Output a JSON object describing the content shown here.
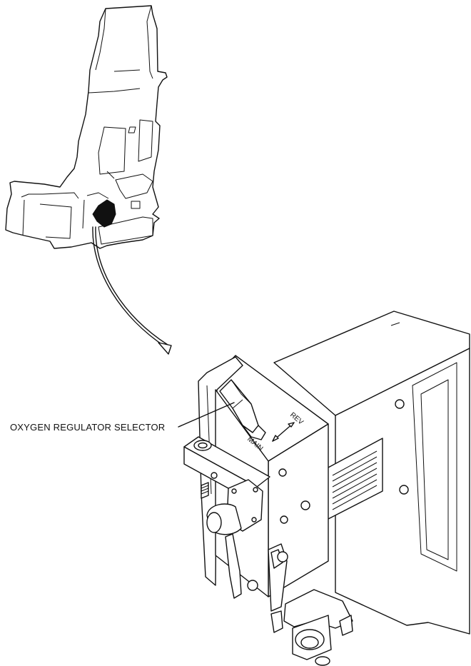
{
  "callout": {
    "label": "OXYGEN REGULATOR SELECTOR"
  },
  "regulator": {
    "marking_main": "MAIN",
    "marking_rev": "REV"
  }
}
